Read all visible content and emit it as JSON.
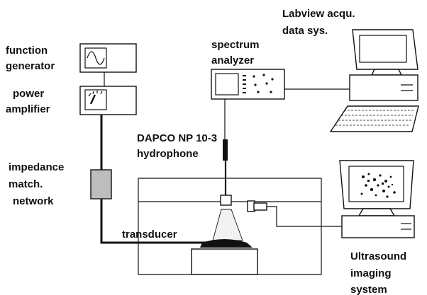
{
  "labels": {
    "function_generator_1": "function",
    "function_generator_2": "generator",
    "power_amplifier_1": "power",
    "power_amplifier_2": "amplifier",
    "impedance_1": "impedance",
    "impedance_2": "match.",
    "impedance_3": "network",
    "spectrum_1": "spectrum",
    "spectrum_2": "analyzer",
    "labview_1": "Labview acqu.",
    "labview_2": "data sys.",
    "hydrophone_1": "DAPCO NP 10-3",
    "hydrophone_2": "hydrophone",
    "transducer": "transducer",
    "ultrasound_1": "Ultrasound",
    "ultrasound_2": "imaging",
    "ultrasound_3": "system"
  },
  "icons": {
    "function_generator": "sine-wave-icon",
    "power_amplifier": "meter-dial-icon",
    "labview": "computer-icon",
    "ultrasound": "monitor-icon"
  },
  "colors": {
    "line": "#111111",
    "impedance_fill": "#bdbdbd",
    "background": "#ffffff"
  }
}
